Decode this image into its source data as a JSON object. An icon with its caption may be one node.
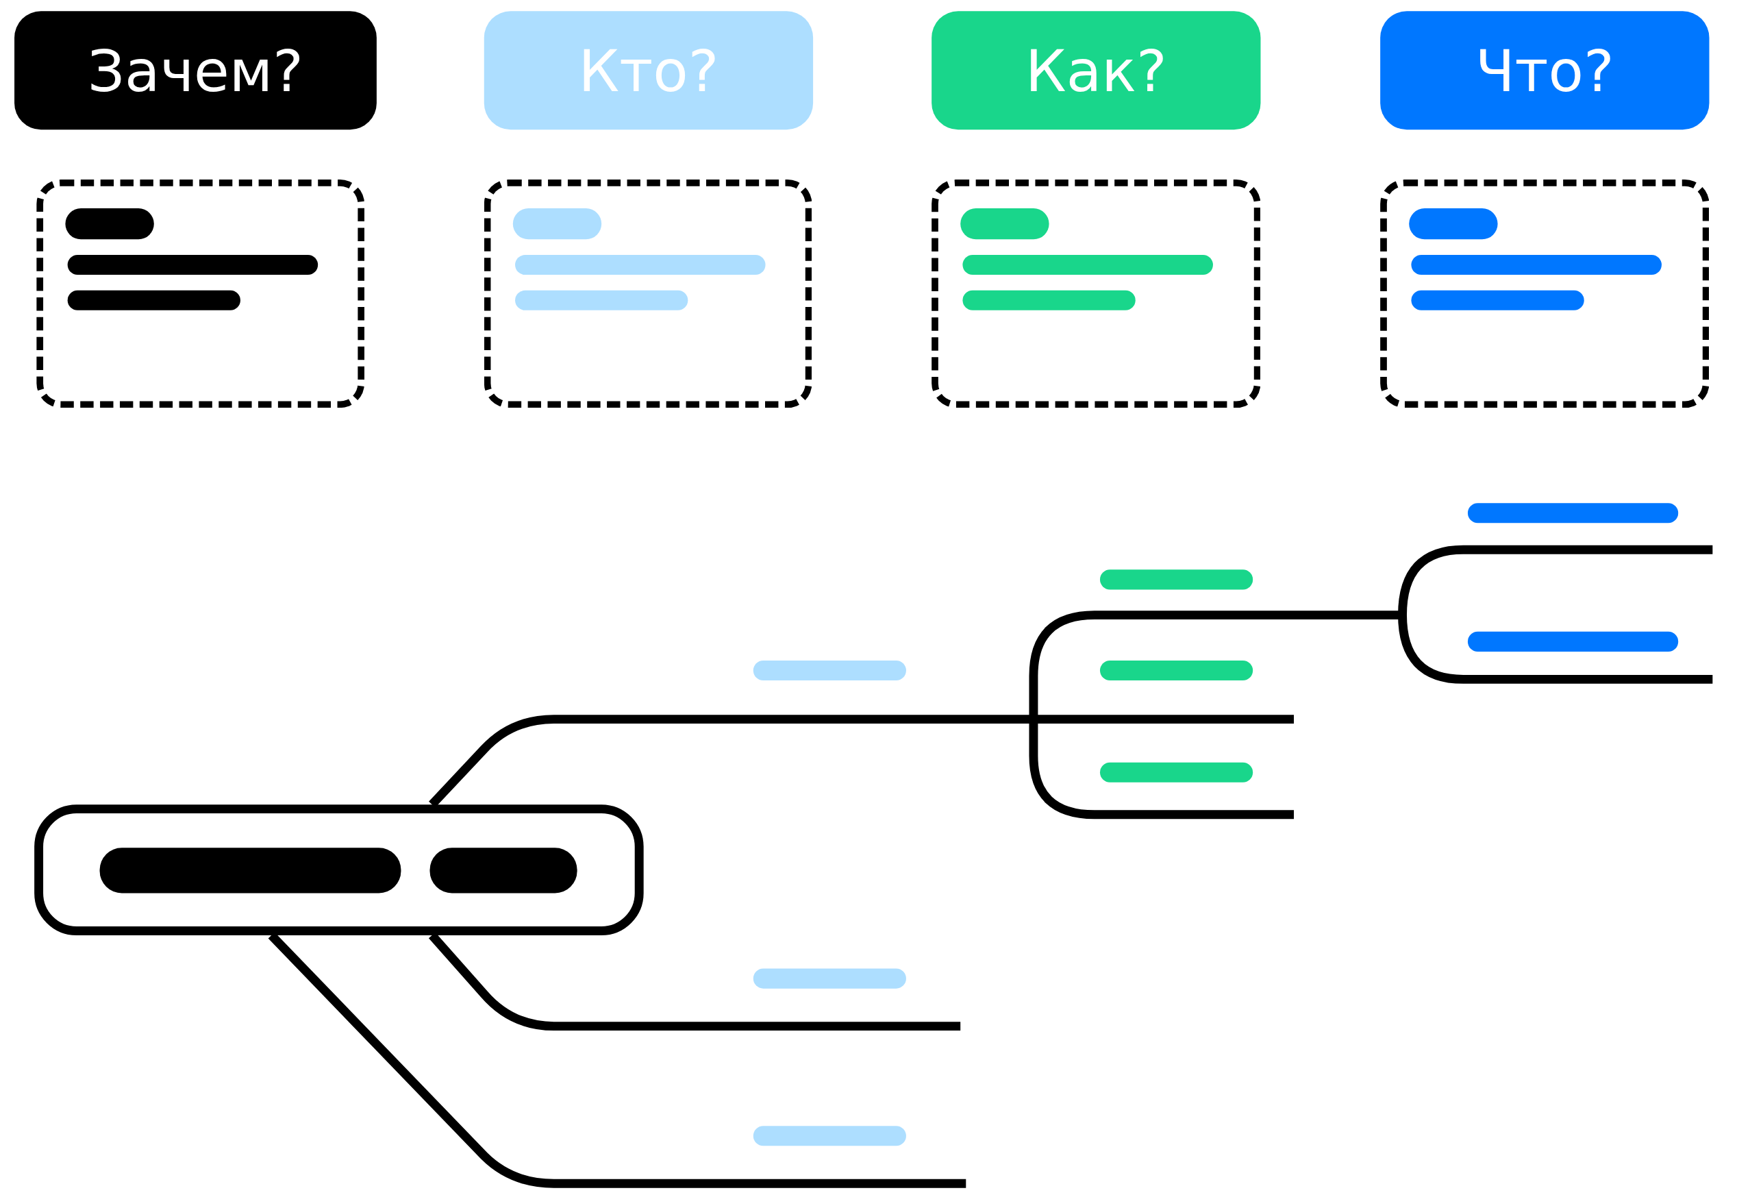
{
  "diagram": {
    "nodes": [
      {
        "text": [
          "Зачем?"
        ]
      },
      {
        "text": [
          "Кто?"
        ]
      },
      {
        "text": [
          "Как?"
        ]
      },
      {
        "text": [
          "Что?"
        ]
      },
      {
        "text": [],
        "shape": "box"
      },
      {
        "text": [],
        "shape": "box"
      },
      {
        "text": [],
        "shape": "box"
      },
      {
        "text": [],
        "shape": "box"
      },
      {
        "text": [],
        "shape": "box"
      }
    ],
    "edges": [
      {
        "from": 8,
        "to": null,
        "arrow": "none"
      },
      {
        "from": 8,
        "to": null,
        "arrow": "none"
      },
      {
        "from": 8,
        "to": null,
        "arrow": "none"
      }
    ]
  }
}
